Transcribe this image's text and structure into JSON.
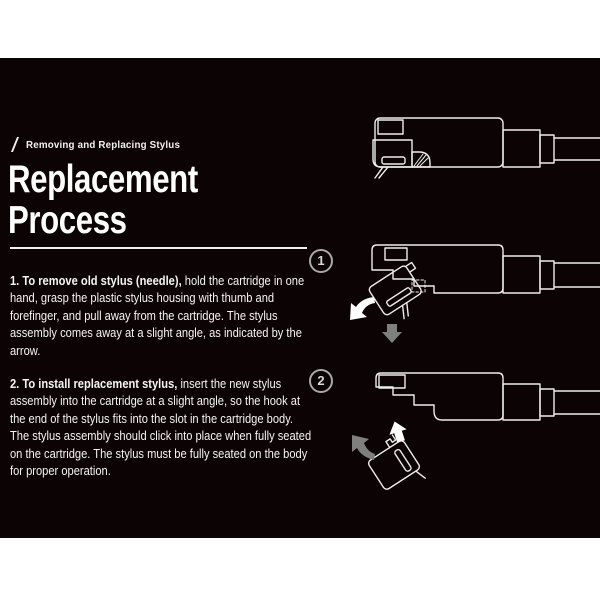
{
  "page": {
    "background": "#ffffff",
    "panel_color": "#0c0404",
    "text_color": "#ffffff",
    "line_color": "#ededed",
    "gray_arrow_color": "#7f7f7f"
  },
  "header": {
    "kicker": "Removing and Replacing Stylus",
    "title_line1": "Replacement",
    "title_line2": "Process"
  },
  "steps": [
    {
      "number": "1",
      "lead": "1. To remove old stylus (needle),",
      "body": "hold the cartridge in one hand, grasp the plastic stylus housing with thumb and forefinger, and pull away from the cartridge. The stylus assembly comes away at a slight angle, as indicated by the arrow."
    },
    {
      "number": "2",
      "lead": "2. To install replacement stylus,",
      "body": "insert the new stylus assembly into the cartridge at a slight angle, so the hook at the end of the stylus fits into the slot in the cartridge body. The stylus assembly should click into place when fully seated on the cartridge. The stylus must be fully seated on the body for proper operation."
    }
  ],
  "diagrams": [
    {
      "name": "cartridge-with-stylus-installed"
    },
    {
      "name": "stylus-removal-from-cartridge",
      "step": "1"
    },
    {
      "name": "stylus-installation-into-cartridge",
      "step": "2"
    }
  ]
}
